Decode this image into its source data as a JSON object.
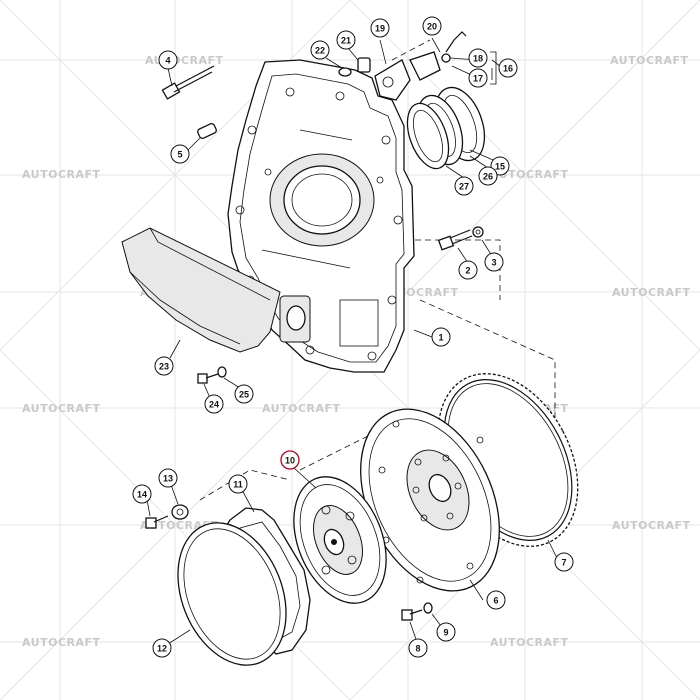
{
  "watermark": "AUTOCRAFT",
  "highlight_color": "#c0001a",
  "highlighted_callout": "10",
  "callouts": {
    "c1": "1",
    "c2": "2",
    "c3": "3",
    "c4": "4",
    "c5": "5",
    "c6": "6",
    "c7": "7",
    "c8": "8",
    "c9": "9",
    "c10": "10",
    "c11": "11",
    "c12": "12",
    "c13": "13",
    "c14": "14",
    "c15": "15",
    "c16": "16",
    "c17": "17",
    "c18": "18",
    "c19": "19",
    "c20": "20",
    "c21": "21",
    "c22": "22",
    "c23": "23",
    "c24": "24",
    "c25": "25",
    "c26": "26",
    "c27": "27"
  }
}
